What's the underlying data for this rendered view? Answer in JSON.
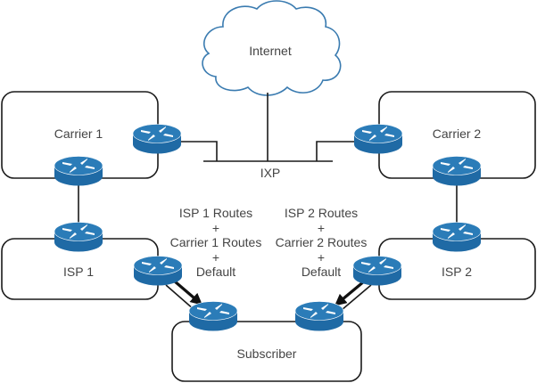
{
  "diagram": {
    "cloud": {
      "label": "Internet"
    },
    "exchange": {
      "label": "IXP"
    },
    "networks": [
      {
        "id": "carrier1",
        "label": "Carrier 1"
      },
      {
        "id": "carrier2",
        "label": "Carrier 2"
      },
      {
        "id": "isp1",
        "label": "ISP 1"
      },
      {
        "id": "isp2",
        "label": "ISP 2"
      },
      {
        "id": "subscriber",
        "label": "Subscriber"
      }
    ],
    "route_annotations": [
      {
        "from": "ISP 1",
        "lines": [
          "ISP 1 Routes",
          "+",
          "Carrier 1 Routes",
          "+",
          "Default"
        ]
      },
      {
        "from": "ISP 2",
        "lines": [
          "ISP 2 Routes",
          "+",
          "Carrier 2 Routes",
          "+",
          "Default"
        ]
      }
    ],
    "colors": {
      "router_body": "#1f6aa5",
      "router_top": "#2b7cb8",
      "cloud_stroke": "#3a7bb0",
      "line": "#1a1a1a",
      "text": "#444444"
    },
    "icons": {
      "router": "router-icon",
      "cloud": "cloud-icon",
      "arrow": "route-advertisement-arrow"
    }
  }
}
